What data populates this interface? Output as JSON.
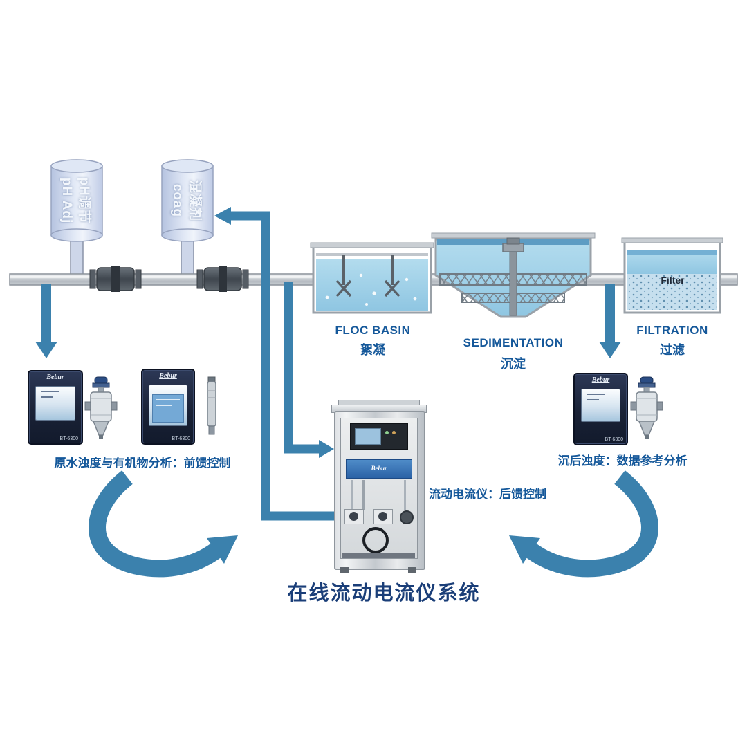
{
  "title": "在线流动电流仪系统",
  "tanks": {
    "ph": {
      "en": "pH Adj",
      "zh": "pH调节"
    },
    "coag": {
      "en": "coag",
      "zh": "混凝剂"
    }
  },
  "stages": {
    "floc": {
      "en": "FLOC BASIN",
      "zh": "絮凝"
    },
    "sed": {
      "en": "SEDIMENTATION",
      "zh": "沉淀"
    },
    "filt": {
      "en": "FILTRATION",
      "zh": "过滤",
      "media": "Filter"
    }
  },
  "instruments": {
    "brand": "Bebur",
    "model": "BT-6300",
    "left_caption": "原水浊度与有机物分析：前馈控制",
    "right_caption": "沉后浊度：数据参考分析",
    "center_caption": "流动电流仪：后馈控制"
  },
  "colors": {
    "arrow": "#3b81ad",
    "label": "#15589a",
    "title": "#1a3e78",
    "water": "#a9d5ea"
  }
}
